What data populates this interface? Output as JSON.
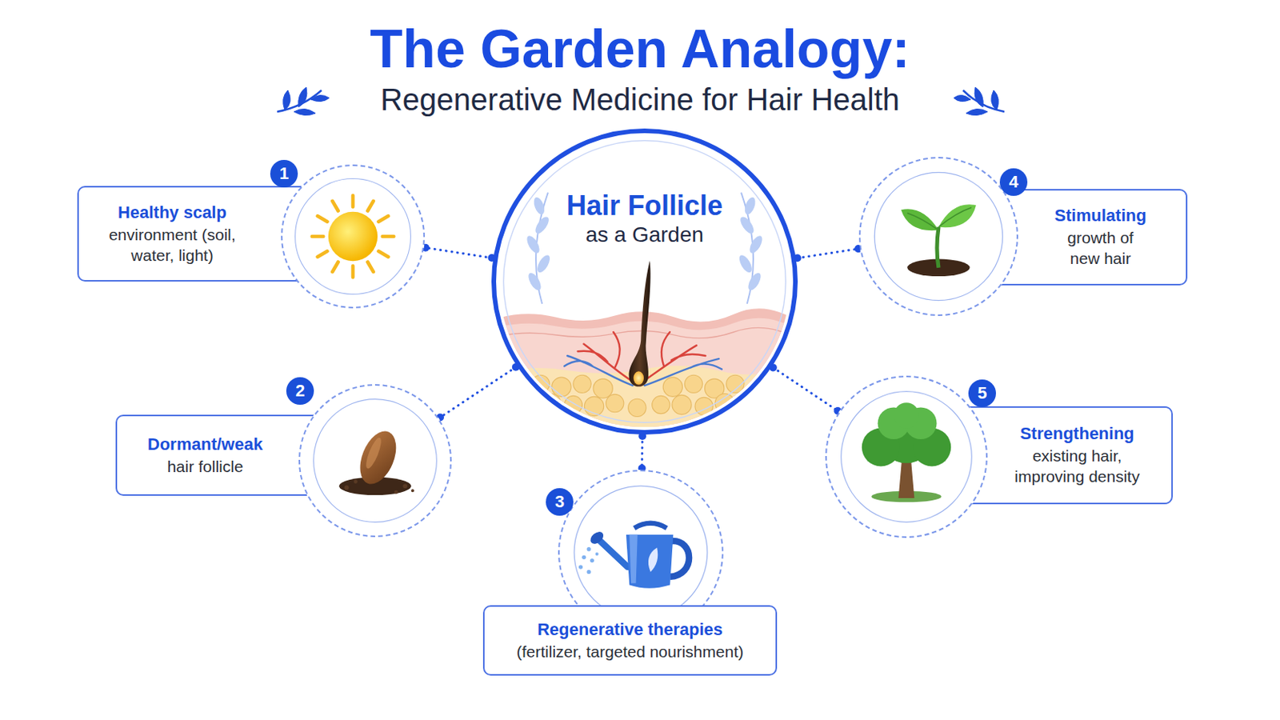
{
  "diagram": {
    "title": "The Garden Analogy:",
    "nodes": [
      {
        "text": [
          "Hair Follicle",
          "as a Garden"
        ]
      },
      {
        "text": [
          "1"
        ]
      },
      {
        "text": [
          "Healthy scalp",
          "environment (soil, water, light)"
        ]
      },
      {
        "text": [
          "2"
        ]
      },
      {
        "text": [
          "Dormant/weak",
          "hair follicle"
        ]
      },
      {
        "text": [
          "3"
        ]
      },
      {
        "text": [
          "Regenerative therapies",
          "(fertilizer, targeted nourishment)"
        ]
      },
      {
        "text": [
          "4"
        ]
      },
      {
        "text": [
          "Stimulating",
          "growth of new hair"
        ]
      },
      {
        "text": [
          "5"
        ]
      },
      {
        "text": [
          "Strengthening",
          "existing hair, improving density"
        ]
      }
    ],
    "edges": [
      {
        "from": 0,
        "to": 1,
        "arrow": "none"
      },
      {
        "from": 0,
        "to": 3,
        "arrow": "none"
      },
      {
        "from": 0,
        "to": 5,
        "arrow": "none"
      },
      {
        "from": 0,
        "to": 7,
        "arrow": "none"
      },
      {
        "from": 0,
        "to": 9,
        "arrow": "none"
      }
    ],
    "labels": [
      "Regenerative Medicine for Hair Health"
    ]
  }
}
